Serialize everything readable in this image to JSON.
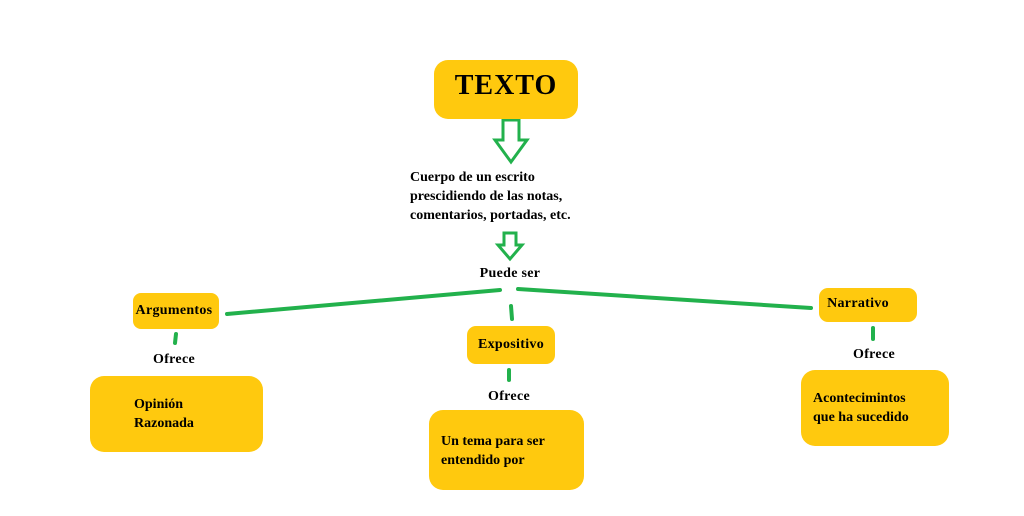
{
  "root": {
    "title": "TEXTO"
  },
  "definition": {
    "lines": [
      "Cuerpo de un escrito",
      "prescidiendo de las notas,",
      "comentarios, portadas, etc."
    ]
  },
  "connector": "Puede ser",
  "branches": [
    {
      "label": "Argumentos",
      "connector": "Ofrece",
      "result": [
        "Opinión",
        "Razonada"
      ]
    },
    {
      "label": "Expositivo",
      "connector": "Ofrece",
      "result": [
        "Un tema para ser",
        "entendido por"
      ]
    },
    {
      "label": "Narrativo",
      "connector": "Ofrece",
      "result": [
        "Acontecimintos",
        "que ha sucedido"
      ]
    }
  ],
  "colors": {
    "box": "#ffc90e",
    "line": "#22b14c"
  }
}
